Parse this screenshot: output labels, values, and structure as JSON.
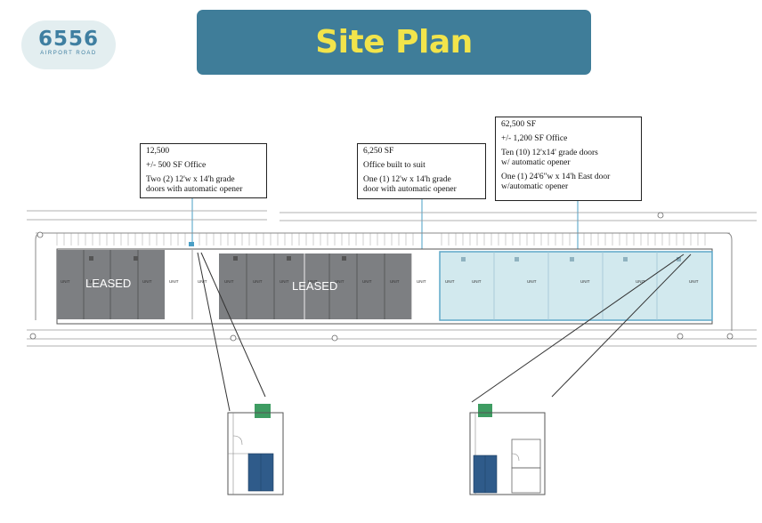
{
  "logo": {
    "number": "6556",
    "subtitle": "AIRPORT ROAD"
  },
  "header": {
    "title": "Site Plan"
  },
  "callouts": [
    {
      "id": "left",
      "lines": [
        "12,500",
        "+/- 500 SF Office",
        "Two (2) 12'w x 14'h grade\ndoors with automatic opener"
      ]
    },
    {
      "id": "middle",
      "lines": [
        "6,250 SF",
        "Office built to suit",
        "One (1) 12'w x 14'h grade\ndoor with automatic opener"
      ]
    },
    {
      "id": "right",
      "lines": [
        "62,500 SF",
        "+/- 1,200 SF Office",
        "Ten (10) 12'x14' grade doors\nw/ automatic opener",
        "One (1) 24'6\"w x 14'h East door\nw/automatic opener"
      ]
    }
  ],
  "site": {
    "leased_label": "LEASED",
    "unit_labels": [
      "UNIT",
      "UNIT",
      "UNIT",
      "UNIT",
      "UNIT",
      "UNIT",
      "UNIT",
      "UNIT",
      "UNIT",
      "UNIT",
      "UNIT",
      "UNIT",
      "UNIT",
      "UNIT",
      "UNIT",
      "UNIT",
      "UNIT",
      "UNIT",
      "UNIT",
      "UNIT"
    ]
  },
  "colors": {
    "leased_fill": "#7d7f82",
    "available_fill": "#d2e9ee",
    "available_outline": "#5fa8c9",
    "callout_pointer": "#4a9fc6",
    "office_fill": "#2f5b8a",
    "stair_fill": "#3e9c62"
  }
}
